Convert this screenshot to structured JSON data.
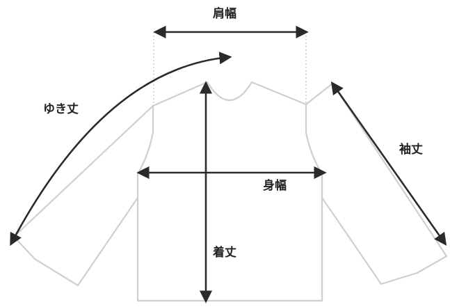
{
  "labels": {
    "shoulder_width": "肩幅",
    "yuki_length": "ゆき丈",
    "sleeve_length": "袖丈",
    "body_width": "身幅",
    "body_length": "着丈"
  },
  "colors": {
    "garment_outline": "#cfcfcf",
    "arrow": "#2a2a2a",
    "text": "#222222",
    "background": "#ffffff"
  }
}
